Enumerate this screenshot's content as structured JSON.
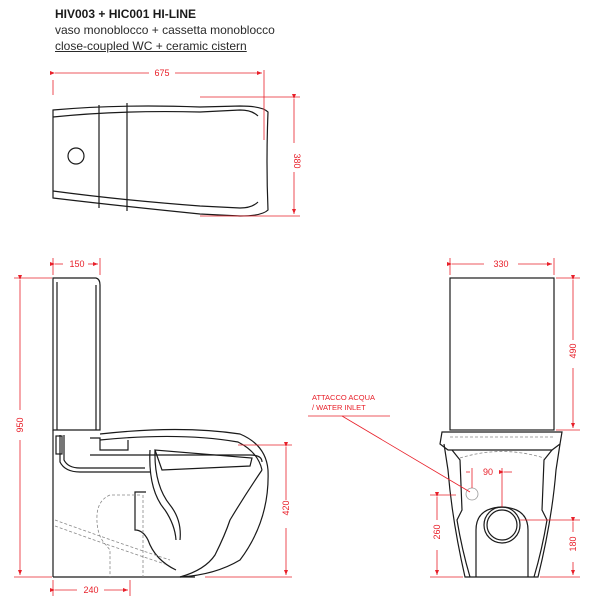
{
  "header": {
    "title": "HIV003 + HIC001 HI-LINE",
    "subtitle_it": "vaso monoblocco + cassetta monoblocco",
    "subtitle_en": "close-coupled WC + ceramic cistern"
  },
  "colors": {
    "line": "#1a1a1a",
    "dimension": "#e8202a"
  },
  "top_view": {
    "dim_length": "675",
    "dim_width": "380"
  },
  "side_view": {
    "dim_cistern_depth": "150",
    "dim_total_height": "950",
    "dim_rim_height": "420",
    "dim_outlet_distance": "240"
  },
  "front_view": {
    "dim_cistern_width": "330",
    "dim_cistern_height": "490",
    "dim_inlet_offset": "90",
    "dim_inlet_height": "260",
    "dim_outlet_height": "180",
    "water_inlet_label_it": "ATTACCO ACQUA",
    "water_inlet_label_en": "/ WATER INLET"
  }
}
